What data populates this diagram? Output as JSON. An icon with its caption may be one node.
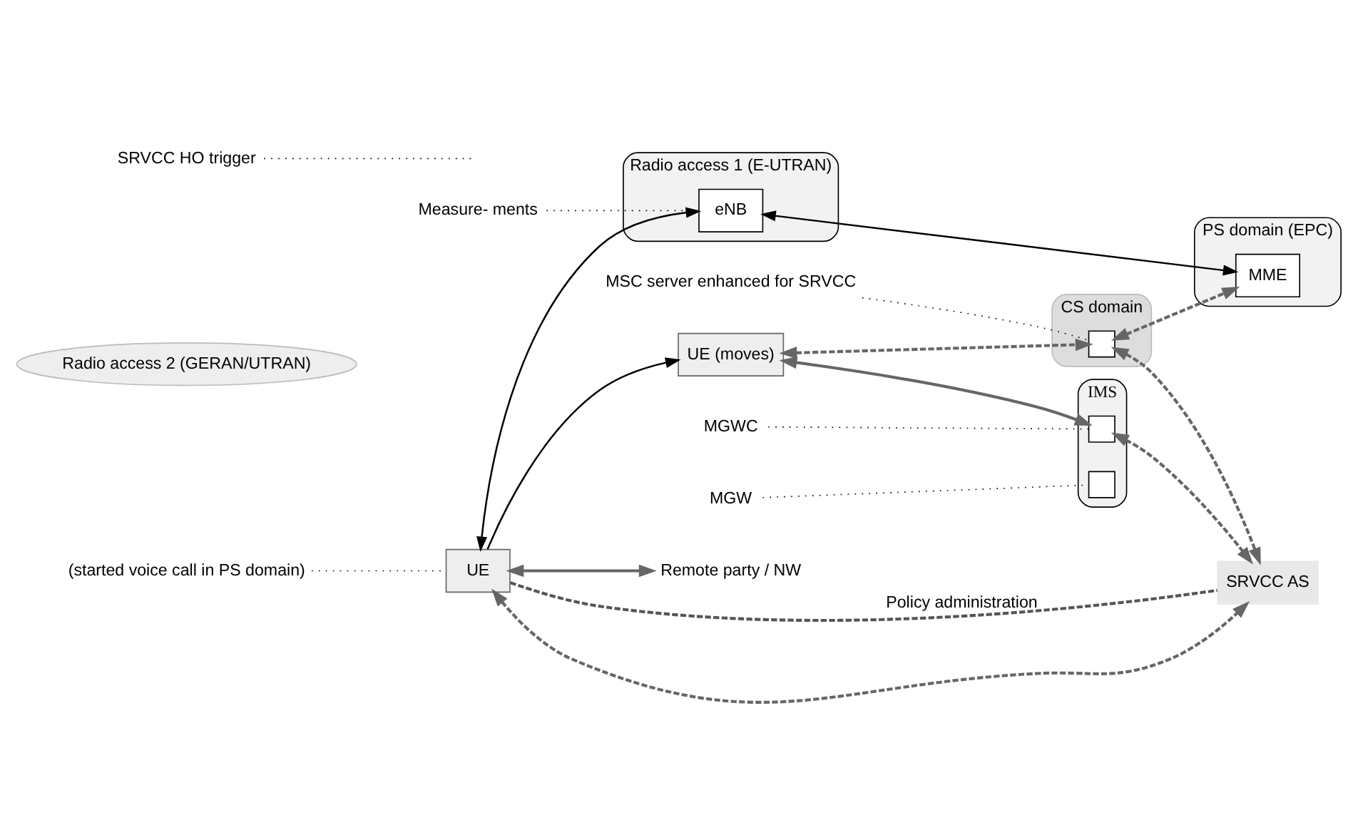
{
  "diagram": {
    "nodes": [
      {
        "text": [
          "UE (moves)"
        ]
      },
      {
        "text": [
          "Radio access 2 (GERAN/UTRAN)"
        ]
      },
      {
        "text": [
          "CS domain"
        ]
      },
      {
        "text": [],
        "shape": "box",
        "in": 2
      },
      {
        "text": [
          "MSC server enhanced for SRVCC"
        ]
      },
      {
        "text": [
          "Measure- ments"
        ]
      },
      {
        "text": [
          "SRVCC HO trigger"
        ]
      },
      {
        "text": [
          "MGWC"
        ]
      },
      {
        "text": [
          "MGW"
        ]
      },
      {
        "text": [
          "Remote party / NW"
        ]
      },
      {
        "text": [
          "UE"
        ]
      },
      {
        "text": [
          "Radio access 1 (E-UTRAN)"
        ]
      },
      {
        "text": [
          "eNB"
        ],
        "in": 11
      },
      {
        "text": [
          "PS domain (EPC)"
        ]
      },
      {
        "text": [
          "MME"
        ],
        "in": 13
      },
      {
        "text": [
          "IMS"
        ]
      },
      {
        "text": [],
        "shape": "box",
        "in": 15
      },
      {
        "text": [],
        "shape": "box",
        "in": 15
      },
      {
        "text": [
          "SRVCC AS"
        ]
      },
      {
        "text": [
          "(started voice call in PS domain)"
        ]
      }
    ],
    "edges": [
      {
        "from": 10,
        "to": 0,
        "arrow": "to"
      },
      {
        "from": 0,
        "to": 16,
        "arrow": "both",
        "color": "#666666"
      },
      {
        "from": 10,
        "to": 9,
        "arrow": "both",
        "color": "#666666"
      },
      {
        "from": 0,
        "to": 3,
        "arrow": "both",
        "style": "dashed",
        "color": "#666666"
      },
      {
        "from": 3,
        "to": 14,
        "arrow": "both",
        "style": "dashed",
        "color": "#666666"
      },
      {
        "from": 3,
        "to": 18,
        "arrow": "both",
        "style": "dashed",
        "color": "#666666"
      },
      {
        "from": 16,
        "to": 18,
        "arrow": "both",
        "style": "dashed",
        "color": "#666666"
      },
      {
        "from": 10,
        "to": 18,
        "arrow": "both",
        "style": "dashed",
        "color": "#666666"
      },
      {
        "from": 10,
        "to": 12,
        "arrow": "both"
      },
      {
        "from": 12,
        "to": 14,
        "arrow": "both"
      },
      {
        "from": 10,
        "to": 18,
        "arrow": "none",
        "style": "dashed",
        "color": "#555555",
        "label": "Policy administration"
      },
      {
        "from": 4,
        "to": 3,
        "arrow": "none",
        "style": "dashed"
      },
      {
        "from": 5,
        "to": 12,
        "arrow": "none",
        "style": "dashed"
      },
      {
        "from": 6,
        "to": null,
        "arrow": "none",
        "style": "dashed"
      },
      {
        "from": 7,
        "to": 16,
        "arrow": "none",
        "style": "dashed"
      },
      {
        "from": 8,
        "to": 17,
        "arrow": "none",
        "style": "dashed"
      },
      {
        "from": 19,
        "to": 10,
        "arrow": "none",
        "style": "dashed"
      }
    ]
  }
}
